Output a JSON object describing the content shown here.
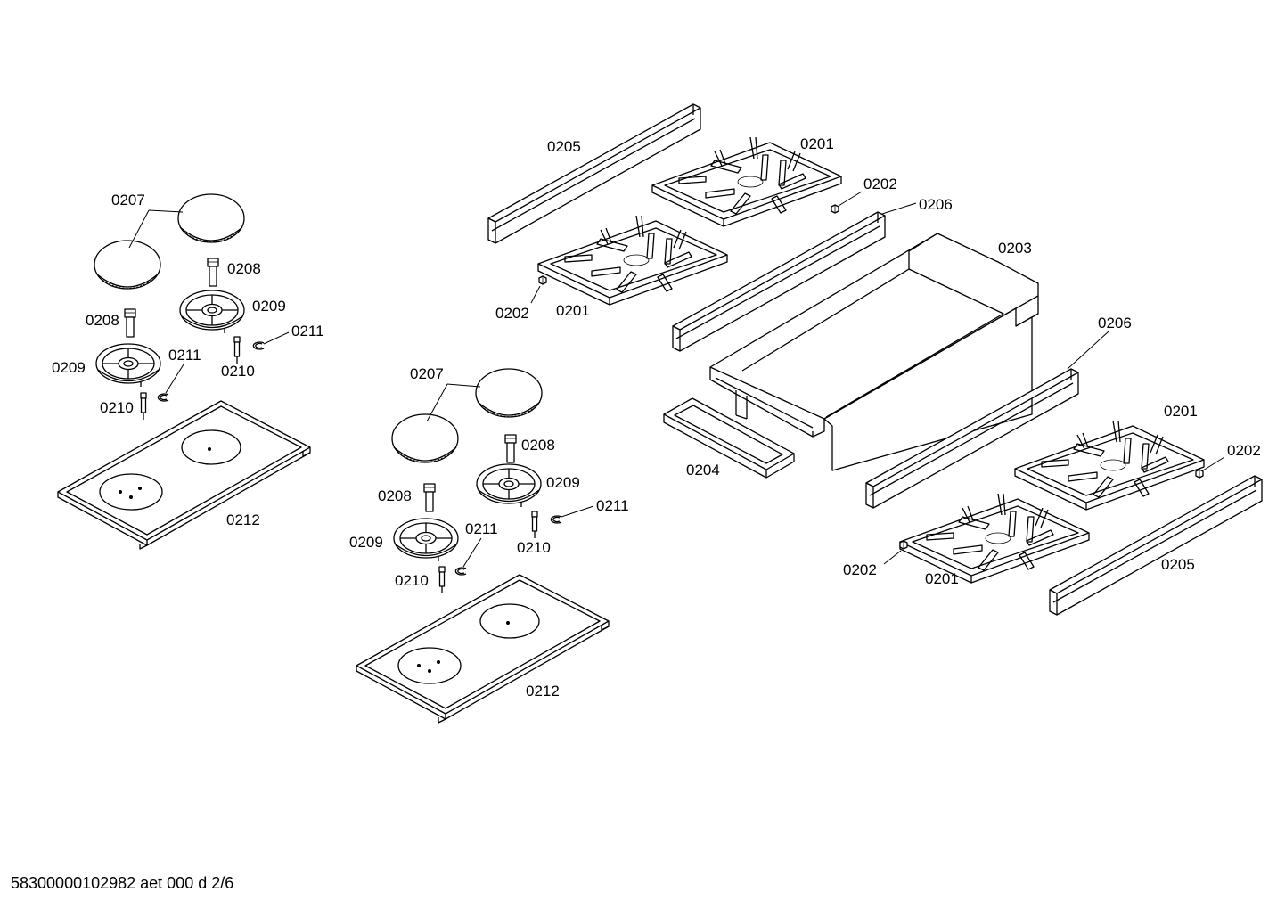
{
  "footer": {
    "document_id": "58300000102982 aet 000 d 2/6"
  },
  "parts": {
    "p0201": "0201",
    "p0202": "0202",
    "p0203": "0203",
    "p0204": "0204",
    "p0205": "0205",
    "p0206": "0206",
    "p0207": "0207",
    "p0208": "0208",
    "p0209": "0209",
    "p0210": "0210",
    "p0211": "0211",
    "p0212": "0212"
  }
}
